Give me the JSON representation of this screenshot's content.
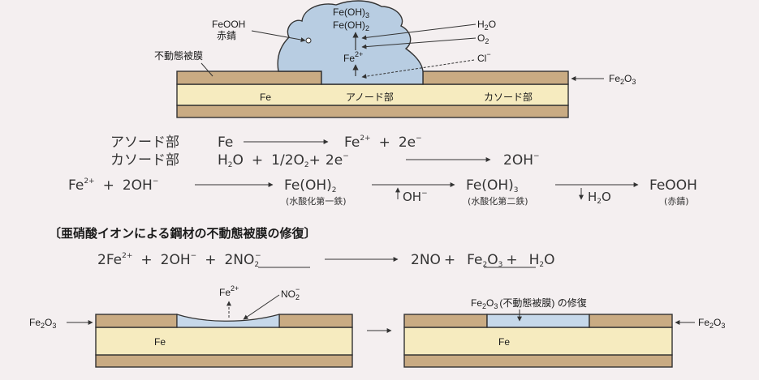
{
  "colors": {
    "background": "#f4eff0",
    "passive_film": "#c9ab83",
    "fe_layer": "#f6ebbf",
    "rust_blob": "#b8cde2",
    "repaired_film": "#c6d8ea",
    "stroke": "#333333"
  },
  "top_diagram": {
    "feooh": "FeOOH",
    "rust": "赤錆",
    "passive_film": "不動態被膜",
    "feoh3": "Fe(OH)",
    "feoh3_sub": "3",
    "feoh2": "Fe(OH)",
    "feoh2_sub": "2",
    "h2o": "H",
    "h2o_sub": "2",
    "h2o_tail": "O",
    "o2": "O",
    "o2_sub": "2",
    "fe2plus": "Fe",
    "fe2plus_sup": "2+",
    "cl": "Cl",
    "cl_sup": "−",
    "fe2o3": "Fe",
    "fe2o3_sub1": "2",
    "fe2o3_mid": "O",
    "fe2o3_sub2": "3",
    "fe": "Fe",
    "anode": "アノード部",
    "cathode": "カソード部"
  },
  "equations": {
    "anode_label": "アソード部",
    "anode_lhs": "Fe",
    "anode_rhs_fe": "Fe",
    "anode_rhs_sup": "2+",
    "anode_rhs_plus": "+",
    "anode_rhs_e": "2e",
    "anode_rhs_e_sup": "−",
    "cathode_label": "カソード部",
    "cathode_h": "H",
    "cathode_h_sub": "2",
    "cathode_o": "O",
    "cathode_plus1": "+",
    "cathode_half": "1/2O",
    "cathode_half_sub": "2",
    "cathode_plus2": "+",
    "cathode_e": "2e",
    "cathode_e_sup": "−",
    "cathode_rhs": "2OH",
    "cathode_rhs_sup": "−",
    "chain_fe": "Fe",
    "chain_fe_sup": "2+",
    "chain_plus": "+",
    "chain_oh": "2OH",
    "chain_oh_sup": "−",
    "chain_feoh2": "Fe(OH)",
    "chain_feoh2_sub": "2",
    "chain_feoh2_name": "(水酸化第一鉄)",
    "chain_oh_add": "OH",
    "chain_oh_add_sup": "−",
    "chain_feoh3": "Fe(OH)",
    "chain_feoh3_sub": "3",
    "chain_feoh3_name": "(水酸化第二鉄)",
    "chain_h2o": "H",
    "chain_h2o_sub": "2",
    "chain_h2o_tail": "O",
    "chain_feooh": "FeOOH",
    "chain_feooh_name": "(赤錆)"
  },
  "repair_section": {
    "heading": "〔亜硝酸イオンによる鋼材の不動態被膜の修復〕",
    "eq_fe": "2Fe",
    "eq_fe_sup": "2+",
    "eq_plus1": "+",
    "eq_oh": "2OH",
    "eq_oh_sup": "−",
    "eq_plus2": "+",
    "eq_no2": "2NO",
    "eq_no2_sub": "2",
    "eq_no2_sup": "−",
    "eq_no": "2NO",
    "eq_plus3": "+",
    "eq_fe2o3": "Fe",
    "eq_fe2o3_sub1": "2",
    "eq_fe2o3_mid": "O",
    "eq_fe2o3_sub2": "3",
    "eq_plus4": "+",
    "eq_h2o": "H",
    "eq_h2o_sub": "2",
    "eq_h2o_tail": "O"
  },
  "bottom_left": {
    "fe2o3": "Fe",
    "fe2o3_sub1": "2",
    "fe2o3_mid": "O",
    "fe2o3_sub2": "3",
    "fe2plus": "Fe",
    "fe2plus_sup": "2+",
    "no2": "NO",
    "no2_sub": "2",
    "no2_sup": "−",
    "fe": "Fe"
  },
  "bottom_right": {
    "repair_fe": "Fe",
    "repair_sub1": "2",
    "repair_mid": "O",
    "repair_sub2": "3",
    "repair_text": "(不動態被膜) の修復",
    "fe2o3": "Fe",
    "fe2o3_sub1": "2",
    "fe2o3_mid": "O",
    "fe2o3_sub2": "3",
    "fe": "Fe"
  }
}
